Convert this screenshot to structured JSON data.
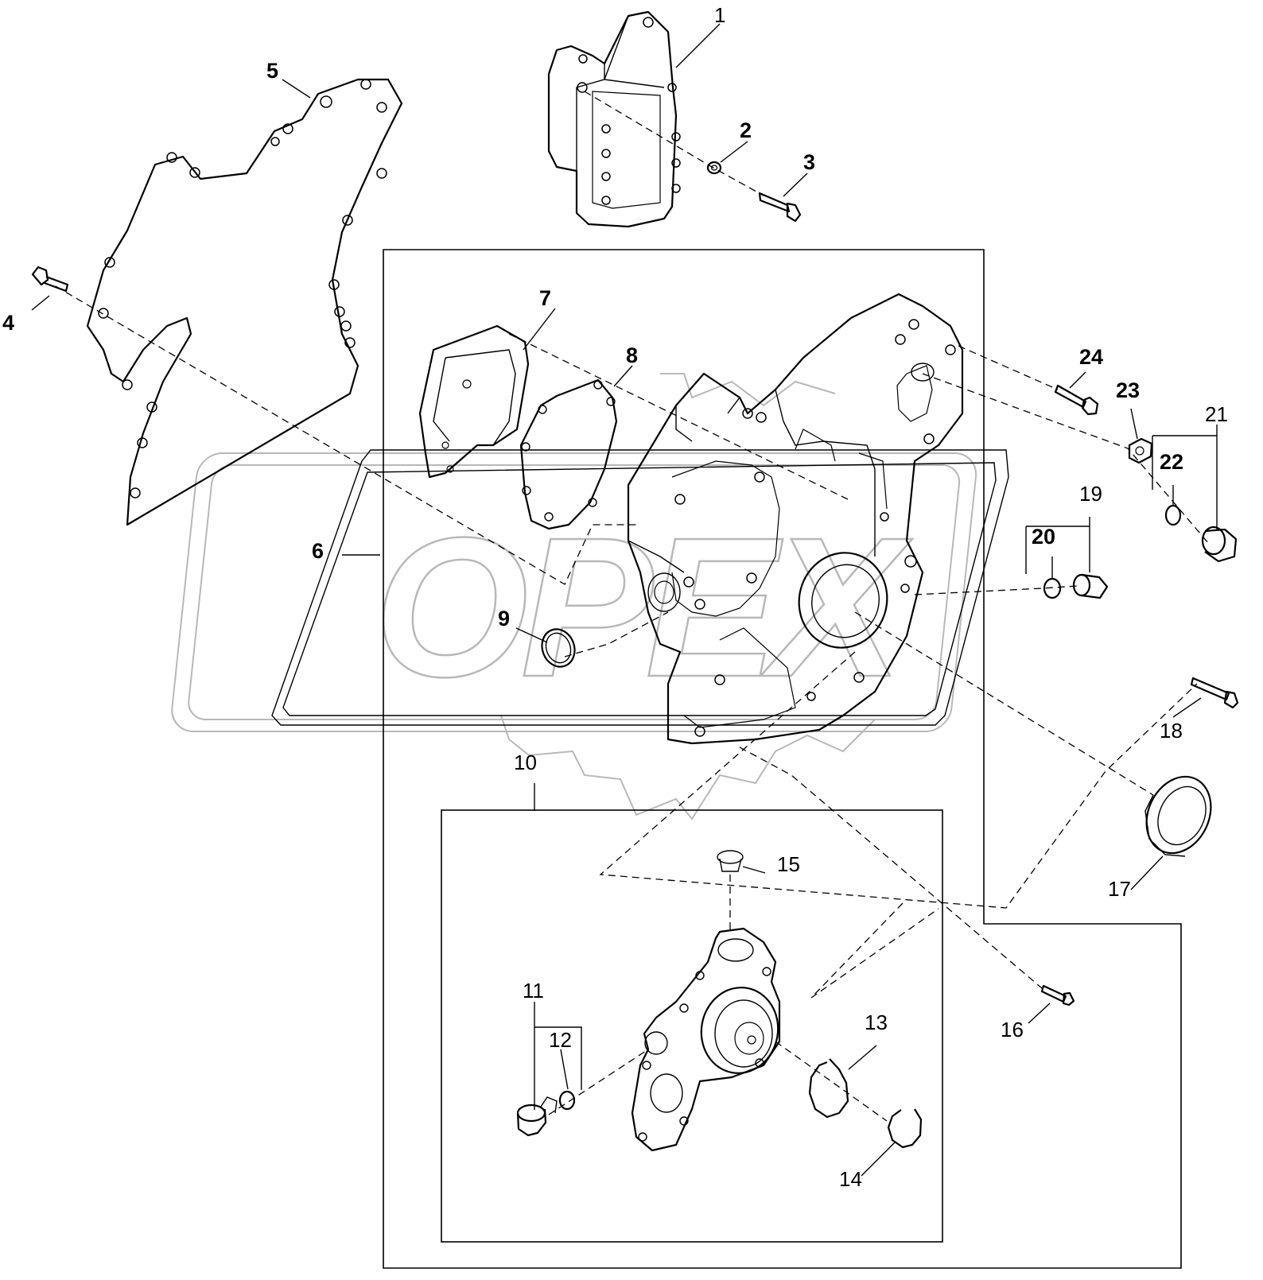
{
  "diagram": {
    "callouts": [
      {
        "id": "1",
        "label": "1"
      },
      {
        "id": "2",
        "label": "2"
      },
      {
        "id": "3",
        "label": "3"
      },
      {
        "id": "4",
        "label": "4"
      },
      {
        "id": "5",
        "label": "5"
      },
      {
        "id": "6",
        "label": "6"
      },
      {
        "id": "7",
        "label": "7"
      },
      {
        "id": "8",
        "label": "8"
      },
      {
        "id": "9",
        "label": "9"
      },
      {
        "id": "10",
        "label": "10"
      },
      {
        "id": "11",
        "label": "11"
      },
      {
        "id": "12",
        "label": "12"
      },
      {
        "id": "13",
        "label": "13"
      },
      {
        "id": "14",
        "label": "14"
      },
      {
        "id": "15",
        "label": "15"
      },
      {
        "id": "16",
        "label": "16"
      },
      {
        "id": "17",
        "label": "17"
      },
      {
        "id": "18",
        "label": "18"
      },
      {
        "id": "19",
        "label": "19"
      },
      {
        "id": "20",
        "label": "20"
      },
      {
        "id": "21",
        "label": "21"
      },
      {
        "id": "22",
        "label": "22"
      },
      {
        "id": "23",
        "label": "23"
      },
      {
        "id": "24",
        "label": "24"
      }
    ],
    "watermark": {
      "text": "OPEX"
    }
  }
}
